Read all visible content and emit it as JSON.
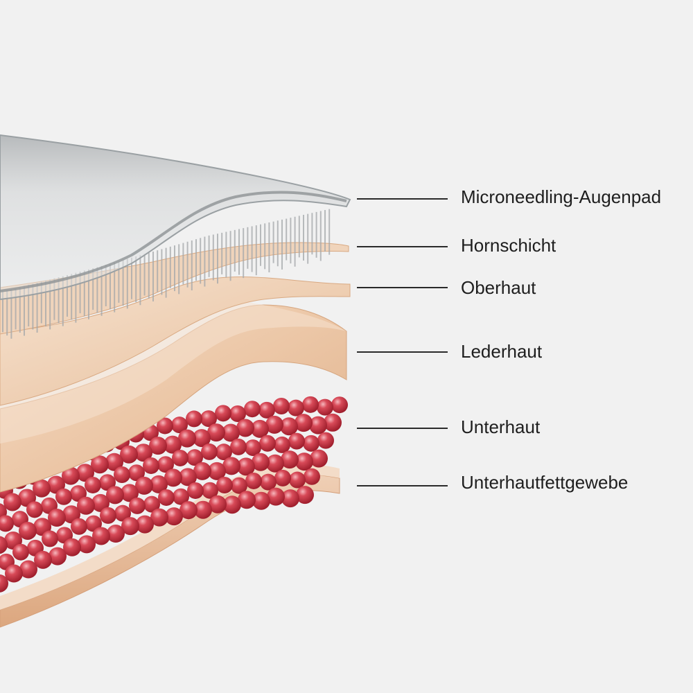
{
  "colors": {
    "background": "#f1f1f1",
    "label_text": "#1e1e1e",
    "leader_line": "#2a2a2a",
    "pad_glass": "#b9bcbe",
    "needle": "#9fa3a6",
    "skin_layer": "#e9c6a6",
    "skin_edge": "#d9a982",
    "blood_bead": "#c8303d",
    "bead_highlight": "#f3a3aa"
  },
  "layers": [
    {
      "id": "pad",
      "label": "Microneedling-Augenpad",
      "icon": "microneedle-pad-layer"
    },
    {
      "id": "stratum-corneum",
      "label": "Hornschicht",
      "icon": "thin-skin-layer"
    },
    {
      "id": "epidermis",
      "label": "Oberhaut",
      "icon": "skin-layer"
    },
    {
      "id": "dermis",
      "label": "Lederhaut",
      "icon": "thick-skin-layer"
    },
    {
      "id": "subcutis",
      "label": "Unterhaut",
      "icon": "blood-cell-beads"
    },
    {
      "id": "fat-tissue",
      "label": "Unterhautfettgewebe",
      "icon": "fat-tissue-layer"
    }
  ]
}
